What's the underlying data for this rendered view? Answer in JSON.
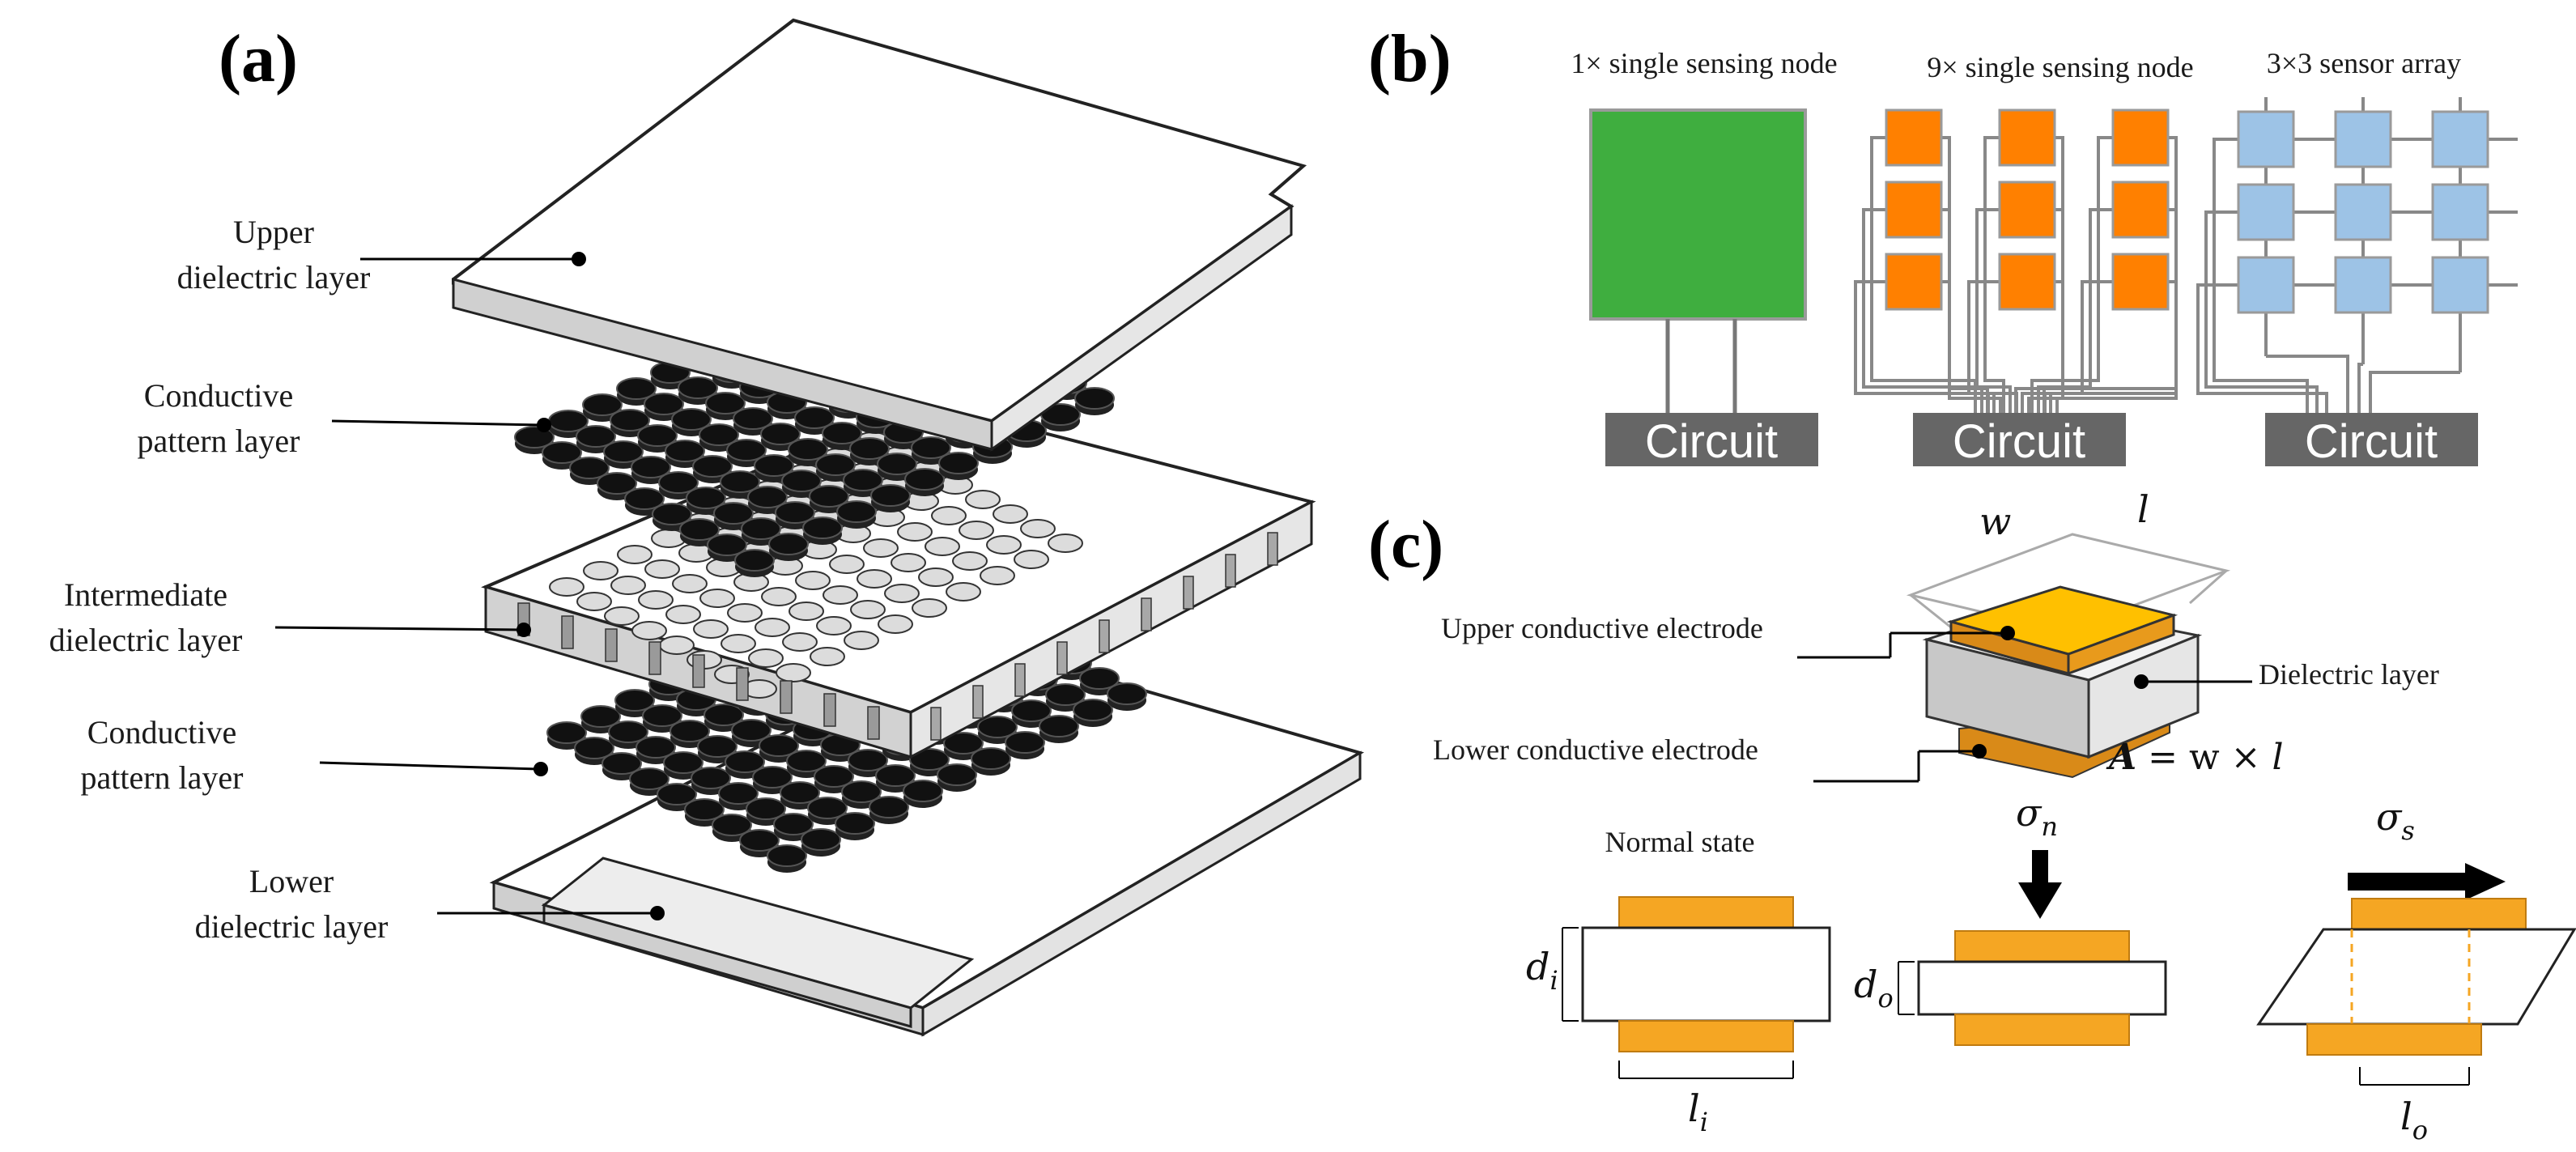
{
  "panels": {
    "a": "(a)",
    "b": "(b)",
    "c": "(c)"
  },
  "panel_a": {
    "labels": [
      {
        "line1": "Upper",
        "line2": "dielectric layer"
      },
      {
        "line1": "Conductive",
        "line2": "pattern layer"
      },
      {
        "line1": "Intermediate",
        "line2": "dielectric layer"
      },
      {
        "line1": "Conductive",
        "line2": "pattern layer"
      },
      {
        "line1": "Lower",
        "line2": "dielectric layer"
      }
    ]
  },
  "panel_b": {
    "titles": [
      "1× single sensing node",
      "9× single sensing node",
      "3×3 sensor array"
    ],
    "circuit_label": "Circuit",
    "colors": {
      "single": "#3fae3f",
      "nine": "#ff8000",
      "array": "#9dc3e6",
      "circuit": "#666666",
      "wire": "#888888"
    }
  },
  "panel_c": {
    "w": "w",
    "l": "l",
    "upper_electrode": "Upper  conductive electrode",
    "dielectric": "Dielectric layer",
    "lower_electrode": "Lower conductive electrode",
    "area_A": "A",
    "area_rhs": " = w × ",
    "area_l": "l",
    "normal_state": "Normal state",
    "sigma_n": "σ",
    "sigma_n_sub": "n",
    "sigma_s": "σ",
    "sigma_s_sub": "s",
    "d_i": "d",
    "d_i_sub": "i",
    "d_o": "d",
    "d_o_sub": "o",
    "l_i": "l",
    "l_i_sub": "i",
    "l_o": "l",
    "l_o_sub": "o",
    "colors": {
      "electrode": "#f5a623",
      "electrode_top": "#ffc000",
      "electrode_side": "#d98a18",
      "dielectric_front": "#c8c8c8",
      "dielectric_side": "#e6e6e6"
    }
  }
}
